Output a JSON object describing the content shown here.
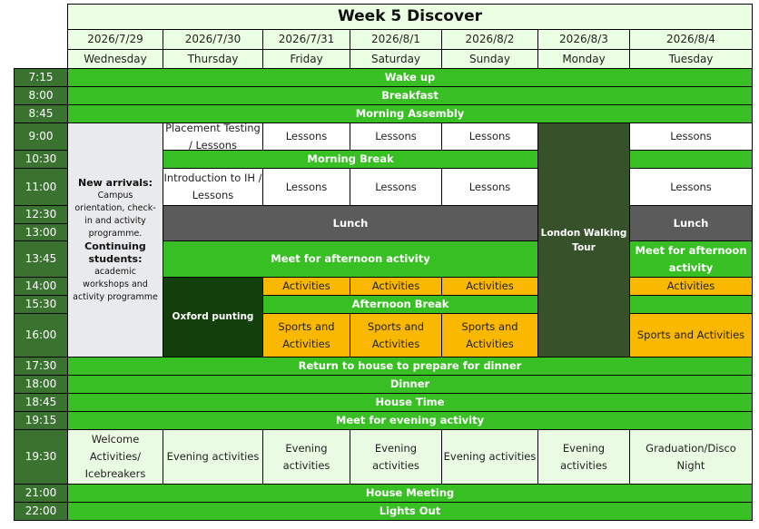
{
  "title": "Week 5 Discover",
  "dates": [
    "2026/7/29",
    "2026/7/30",
    "2026/7/31",
    "2026/8/1",
    "2026/8/2",
    "2026/8/3",
    "2026/8/4"
  ],
  "days": [
    "Wednesday",
    "Thursday",
    "Friday",
    "Saturday",
    "Sunday",
    "Monday",
    "Tuesday"
  ],
  "times": [
    "7:15",
    "8:00",
    "8:45",
    "9:00",
    "10:30",
    "11:00",
    "12:30",
    "13:00",
    "13:45",
    "14:00",
    "15:30",
    "16:00",
    "17:30",
    "18:00",
    "18:45",
    "19:15",
    "19:30",
    "21:00",
    "22:00"
  ],
  "full": {
    "wake": "Wake up",
    "breakfast": "Breakfast",
    "assembly": "Morning Assembly",
    "return": "Return to house to prepare for dinner",
    "dinner": "Dinner",
    "house_time": "House Time",
    "meet_evening": "Meet for evening activity",
    "house_meeting": "House Meeting",
    "lights_out": "Lights Out"
  },
  "new_arrivals": {
    "h1": "New arrivals:",
    "t1": "Campus orientation, check-in and activity programme.",
    "h2": "Continuing students:",
    "t2": "academic workshops and activity programme"
  },
  "placement": "Placement Testing / Lessons",
  "intro": "Introduction to IH / Lessons",
  "lessons": "Lessons",
  "morning_break": "Morning Break",
  "lunch": "Lunch",
  "meet_afternoon": "Meet for afternoon activity",
  "oxford": "Oxford punting",
  "london": "London Walking Tour",
  "activities": "Activities",
  "afternoon_break": "Afternoon Break",
  "sports": "Sports and Activities",
  "evening": [
    "Welcome Activities/ Icebreakers",
    "Evening activities",
    "Evening activities",
    "Evening activities",
    "Evening activities",
    "Evening activities",
    "Graduation/Disco Night"
  ]
}
